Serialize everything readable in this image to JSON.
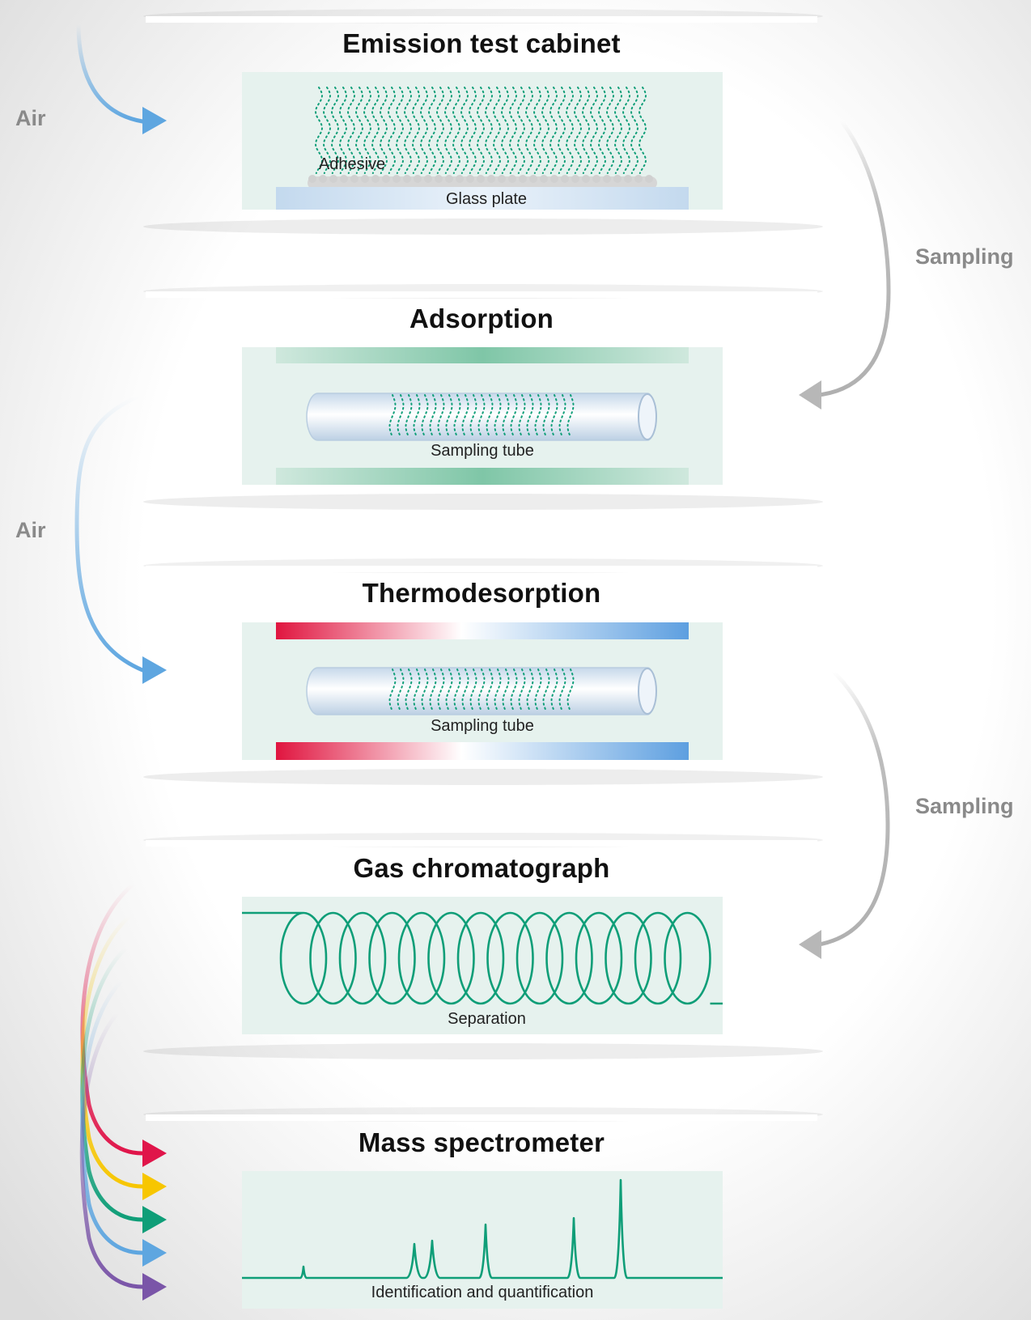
{
  "stages": [
    {
      "title": "Emission test cabinet",
      "labels": [
        "Adhesive",
        "Glass plate"
      ]
    },
    {
      "title": "Adsorption",
      "labels": [
        "Sampling tube"
      ]
    },
    {
      "title": "Thermodesorption",
      "labels": [
        "Sampling tube"
      ]
    },
    {
      "title": "Gas chromatograph",
      "labels": [
        "Separation"
      ]
    },
    {
      "title": "Mass spectrometer",
      "labels": [
        "Identification and quantification"
      ]
    }
  ],
  "side_labels": {
    "air_1": "Air",
    "air_2": "Air",
    "sampling_1": "Sampling",
    "sampling_2": "Sampling"
  },
  "colors": {
    "panel_bg": "#e6f2ee",
    "trace": "#0f9e78",
    "air_arrow": "#5ea6e0",
    "sampling_arrow": "#bdbdbd",
    "heat_red": "#e0153f",
    "heat_blue": "#5d9fe0",
    "ms_arrows": [
      "#e0154a",
      "#f7c600",
      "#0f9e78",
      "#5ea6e0",
      "#7a55a8"
    ]
  },
  "icons": [
    "air-arrow-icon",
    "sampling-arrow-icon",
    "sampling-tube-icon",
    "gc-column-coil-icon",
    "mass-spectrum-icon"
  ]
}
